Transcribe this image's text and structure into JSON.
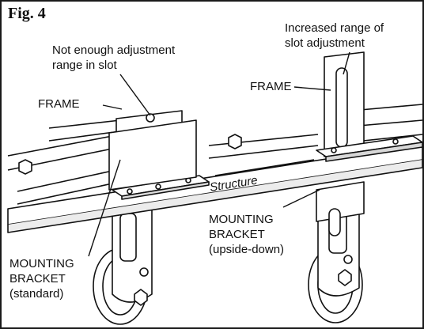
{
  "figure": {
    "number": "Fig. 4",
    "labels": {
      "not_enough": [
        "Not enough adjustment",
        "range in slot"
      ],
      "increased": [
        "Increased range of",
        "slot adjustment"
      ],
      "frame_left": "FRAME",
      "frame_right": "FRAME",
      "structure": "Structure",
      "bracket_right": [
        "MOUNTING",
        "BRACKET",
        "(upside-down)"
      ],
      "bracket_left": [
        "MOUNTING",
        "BRACKET",
        "(standard)"
      ]
    }
  },
  "colors": {
    "ink": "#111111",
    "fill": "#ffffff",
    "shade": "#d8d8d8"
  }
}
